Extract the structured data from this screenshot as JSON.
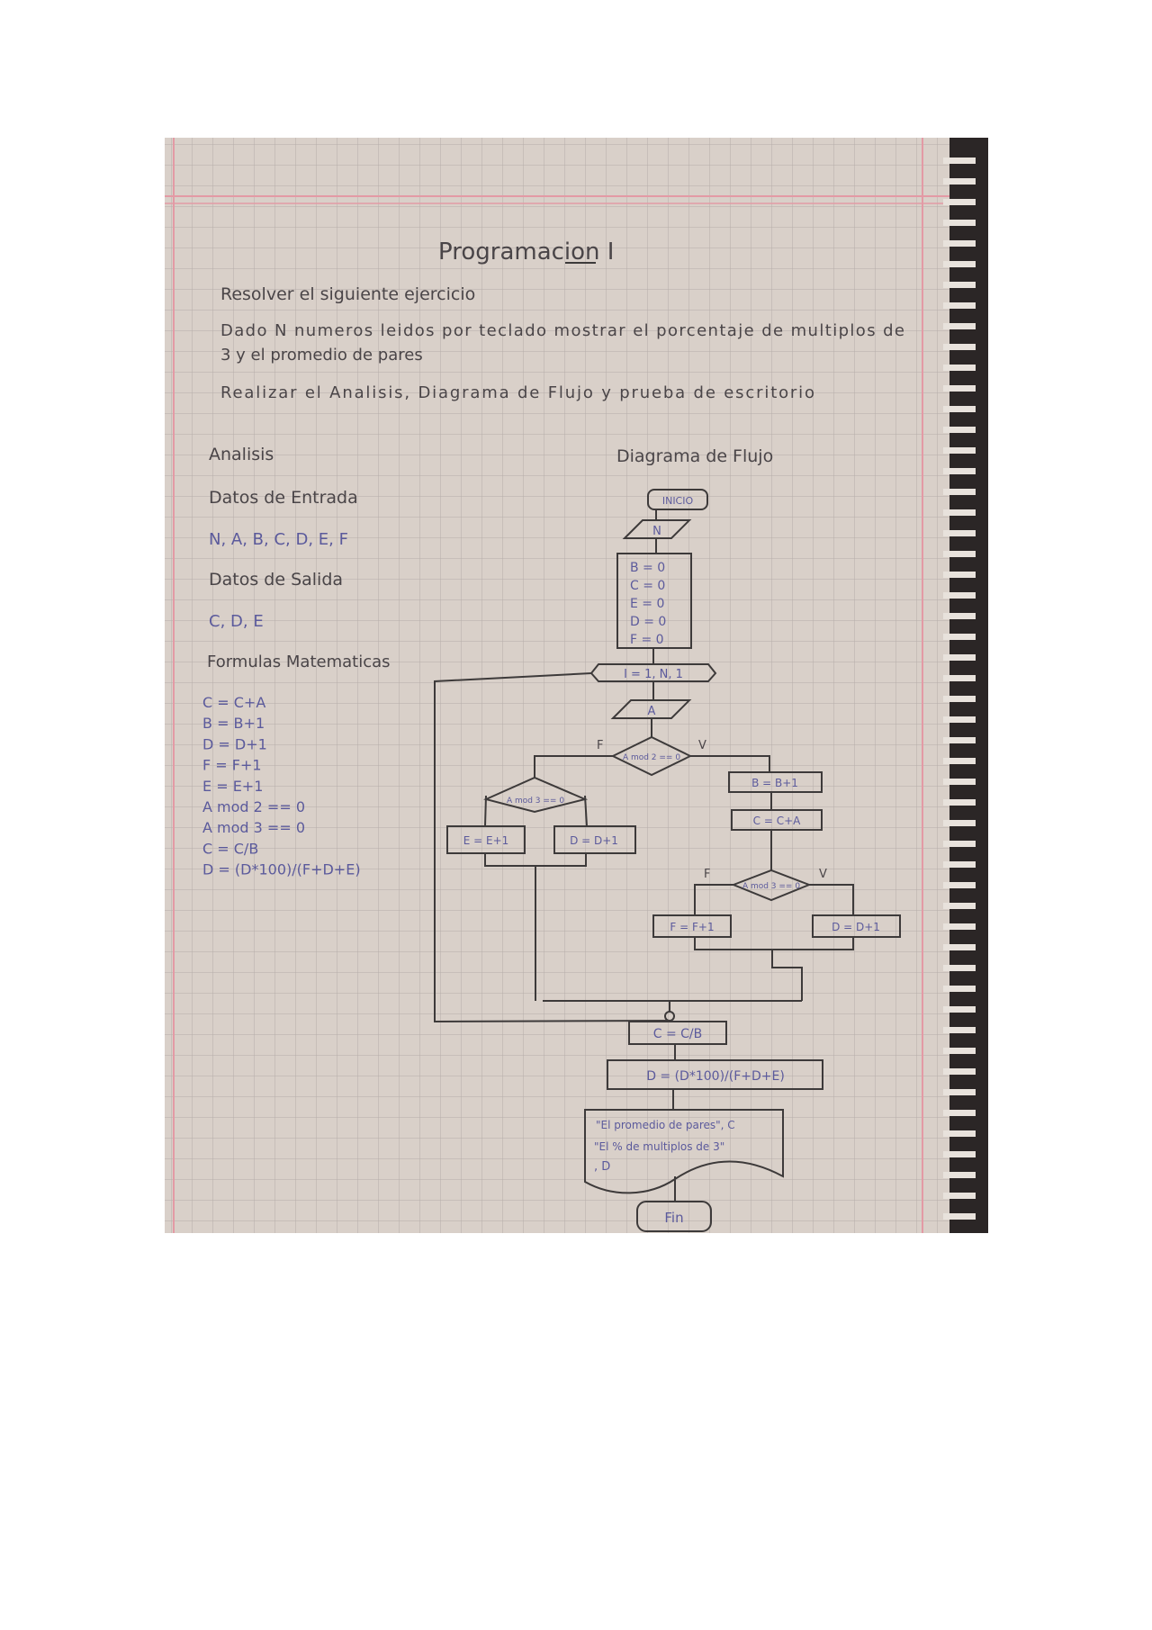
{
  "page": {
    "title": "Programacion I",
    "instruction": "Resolver el siguiente ejercicio",
    "problem_line1": "Dado N numeros leidos por teclado mostrar el porcentaje de multiplos de",
    "problem_line2": "3 y el promedio de pares",
    "task": "Realizar el Analisis, Diagrama de Flujo y prueba de escritorio"
  },
  "analysis": {
    "heading": "Analisis",
    "input_heading": "Datos de Entrada",
    "input_vars": "N, A, B, C, D, E, F",
    "output_heading": "Datos de Salida",
    "output_vars": "C, D, E",
    "formulas_heading": "Formulas Matematicas",
    "formulas": [
      "C = C+A",
      "B = B+1",
      "D = D+1",
      "F = F+1",
      "E = E+1",
      "A mod 2 == 0",
      "A mod 3 == 0",
      "C = C/B",
      "D = (D*100)/(F+D+E)"
    ]
  },
  "flowchart": {
    "heading": "Diagrama de Flujo",
    "start": "INICIO",
    "input_n": "N",
    "init": [
      "B = 0",
      "C = 0",
      "E = 0",
      "D = 0",
      "F = 0"
    ],
    "loop": "I = 1, N, 1",
    "input_a": "A",
    "cond_even": "A mod 2 == 0",
    "false_label": "F",
    "true_label": "V",
    "cond_mod3_left": "A mod 3 == 0",
    "left_false": "E = E+1",
    "left_true": "D = D+1",
    "right_b": "B = B+1",
    "right_c": "C = C+A",
    "cond_mod3_right": "A mod 3 == 0",
    "right_false": "F = F+1",
    "right_true": "D = D+1",
    "avg": "C = C/B",
    "pct": "D = (D*100)/(F+D+E)",
    "output_line1": "\"El promedio de pares\", C",
    "output_line2": "\"El % de multiplos de 3\"",
    "output_line3": ", D",
    "end": "Fin"
  },
  "colors": {
    "paper": "#d8cfc8",
    "grid": "#b9b1ad",
    "margin": "#e59aa4",
    "ink": "#3d3a3a",
    "blue_ink": "#5b5a9c"
  }
}
